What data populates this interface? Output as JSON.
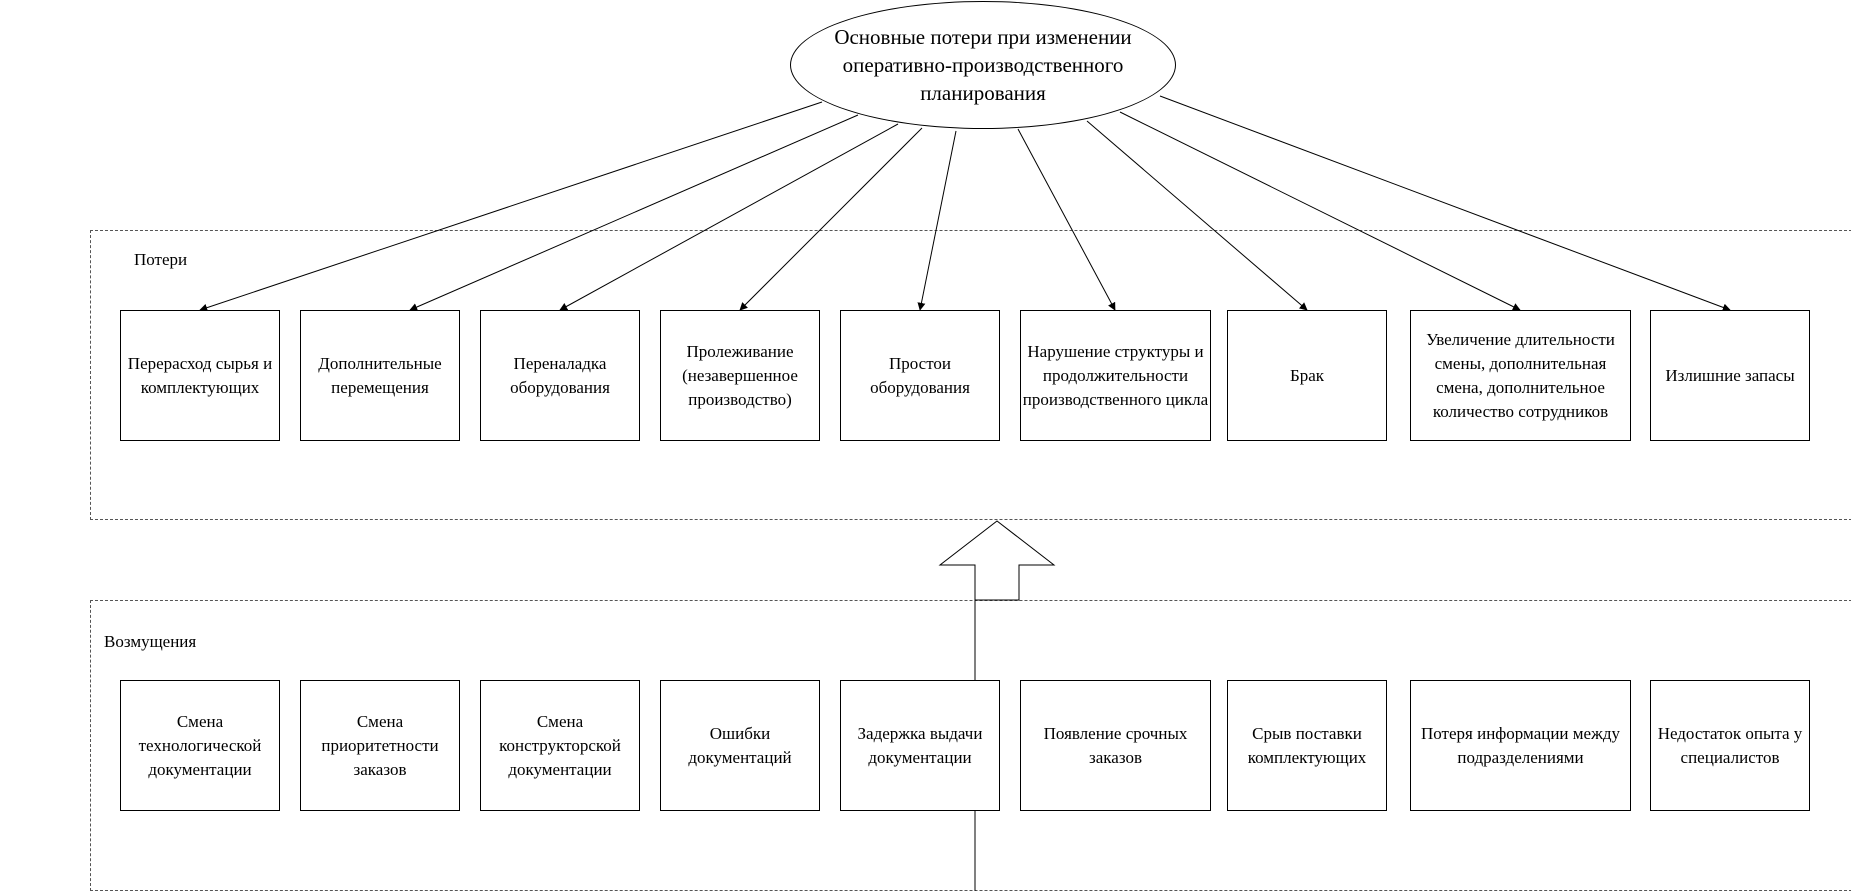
{
  "title": "Основные потери при изменении оперативно-производственного планирования",
  "losses_label": "Потери",
  "disturbances_label": "Возмущения",
  "losses": [
    "Перерасход сырья и комплектующих",
    "Дополнительные перемещения",
    "Переналадка оборудования",
    "Пролеживание (незавершенное производство)",
    "Простои оборудования",
    "Нарушение структуры и продолжительности производственного цикла",
    "Брак",
    "Увеличение длительности смены, дополнительная смена, дополнительное количество сотрудников",
    "Излишние запасы"
  ],
  "disturbances": [
    "Смена технологической документации",
    "Смена приоритетности заказов",
    "Смена конструкторской документации",
    "Ошибки документаций",
    "Задержка выдачи документации",
    "Появление срочных заказов",
    "Срыв поставки комплектующих",
    "Потеря информации между подразделениями",
    "Недостаток опыта у специалистов"
  ]
}
